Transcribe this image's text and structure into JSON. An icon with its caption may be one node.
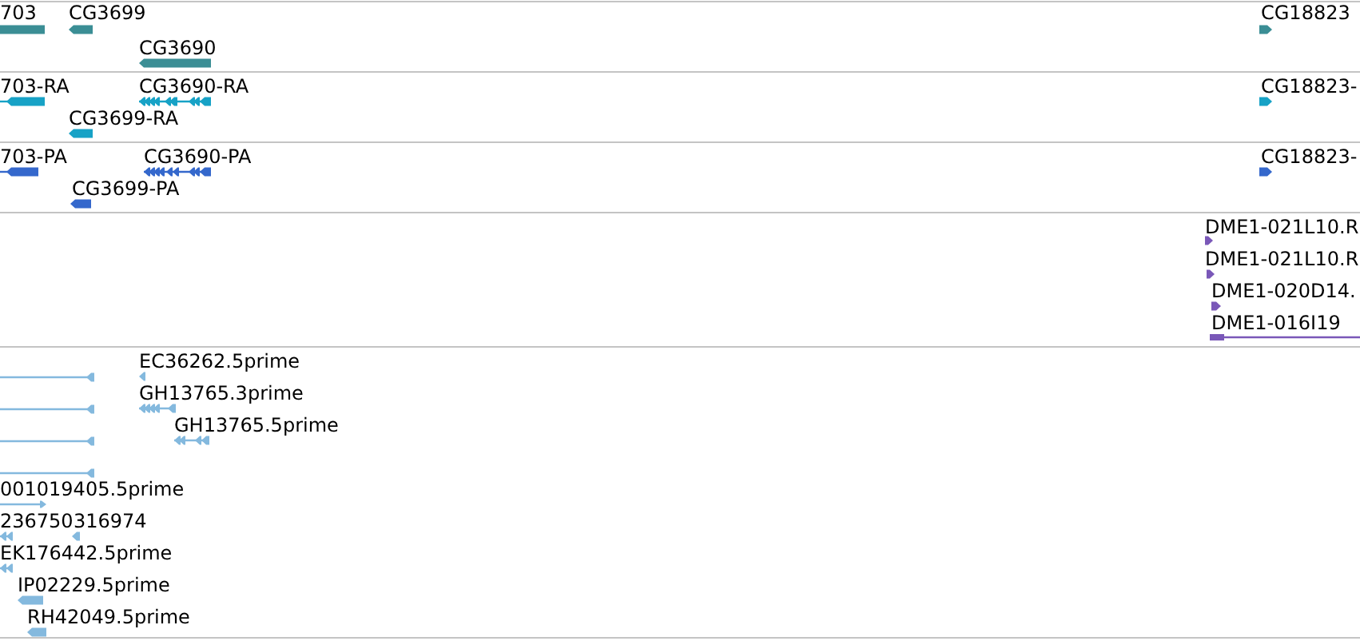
{
  "diagram": {
    "nodes": [
      {
        "text": [],
        "shape": "bar",
        "beside": [
          "703"
        ]
      },
      {
        "text": [],
        "shape": "bar",
        "beside": [
          "CG3699"
        ]
      },
      {
        "text": [],
        "shape": "bar",
        "beside": [
          "CG3690"
        ]
      },
      {
        "text": [],
        "shape": "bar",
        "beside": [
          "CG18823"
        ]
      },
      {
        "text": [],
        "shape": "bar",
        "beside": [
          "703-RA"
        ]
      },
      {
        "text": [],
        "shape": "bar",
        "beside": [
          "CG3690-RA"
        ]
      },
      {
        "text": [],
        "shape": "bar",
        "beside": [
          "CG3699-RA"
        ]
      },
      {
        "text": [],
        "shape": "bar",
        "beside": [
          "CG18823-"
        ]
      },
      {
        "text": [],
        "shape": "bar",
        "beside": [
          "703-PA"
        ]
      },
      {
        "text": [],
        "shape": "bar",
        "beside": [
          "CG3690-PA"
        ]
      },
      {
        "text": [],
        "shape": "bar",
        "beside": [
          "CG3699-PA"
        ]
      },
      {
        "text": [],
        "shape": "bar",
        "beside": [
          "CG18823-"
        ]
      },
      {
        "text": [],
        "shape": "bar",
        "beside": [
          "DME1-021L10.R"
        ]
      },
      {
        "text": [],
        "shape": "bar",
        "beside": [
          "DME1-021L10.R"
        ]
      },
      {
        "text": [],
        "shape": "bar",
        "beside": [
          "DME1-020D14."
        ]
      },
      {
        "text": [],
        "shape": "bar",
        "beside": [
          "DME1-016I19"
        ]
      },
      {
        "text": [],
        "shape": "bar",
        "beside": [
          "EC36262.5prime"
        ]
      },
      {
        "text": [],
        "shape": "bar"
      },
      {
        "text": [],
        "shape": "bar",
        "beside": [
          "GH13765.3prime"
        ]
      },
      {
        "text": [],
        "shape": "bar"
      },
      {
        "text": [],
        "shape": "bar",
        "beside": [
          "GH13765.5prime"
        ]
      },
      {
        "text": [],
        "shape": "bar"
      },
      {
        "text": [],
        "shape": "bar"
      },
      {
        "text": [],
        "shape": "bar",
        "beside": [
          "001019405.5prime"
        ]
      },
      {
        "text": [],
        "shape": "bar",
        "beside": [
          "236750"
        ]
      },
      {
        "text": [],
        "shape": "bar",
        "beside": [
          "316974"
        ]
      },
      {
        "text": [],
        "shape": "bar",
        "beside": [
          "EK176442.5prime"
        ]
      },
      {
        "text": [],
        "shape": "bar",
        "beside": [
          "IP02229.5prime"
        ]
      },
      {
        "text": [],
        "shape": "bar",
        "beside": [
          "RH42049.5prime"
        ]
      }
    ]
  }
}
